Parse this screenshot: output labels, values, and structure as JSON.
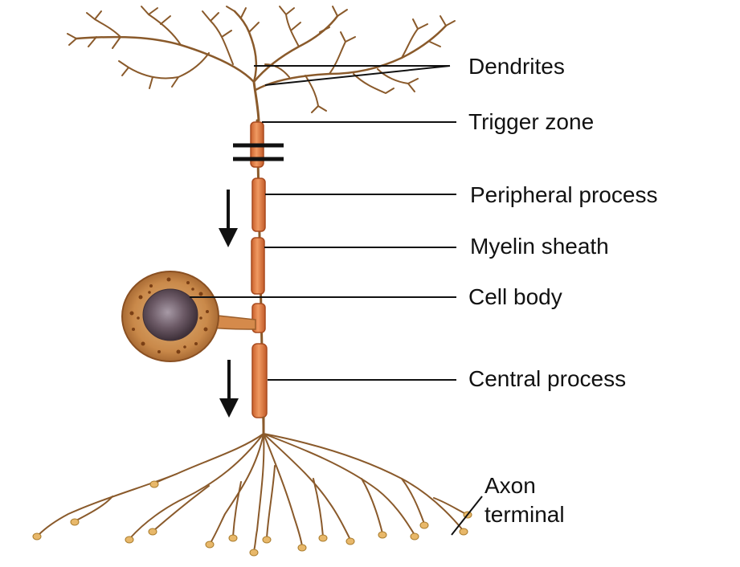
{
  "labels": {
    "dendrites": "Dendrites",
    "trigger_zone": "Trigger zone",
    "peripheral_process": "Peripheral process",
    "myelin_sheath": "Myelin sheath",
    "cell_body": "Cell body",
    "central_process": "Central process",
    "axon_terminal_line1": "Axon",
    "axon_terminal_line2": "terminal"
  },
  "colors": {
    "nerve_fiber": "#8a5a2b",
    "myelin_fill": "#e07b45",
    "myelin_edge": "#a84a1e",
    "cell_body_fill": "#c9894a",
    "nucleus": "#6c5a66",
    "terminal_bulb": "#e8b86a",
    "label_text": "#111111"
  },
  "icons": {
    "signal_direction": "down-arrow-icon"
  }
}
